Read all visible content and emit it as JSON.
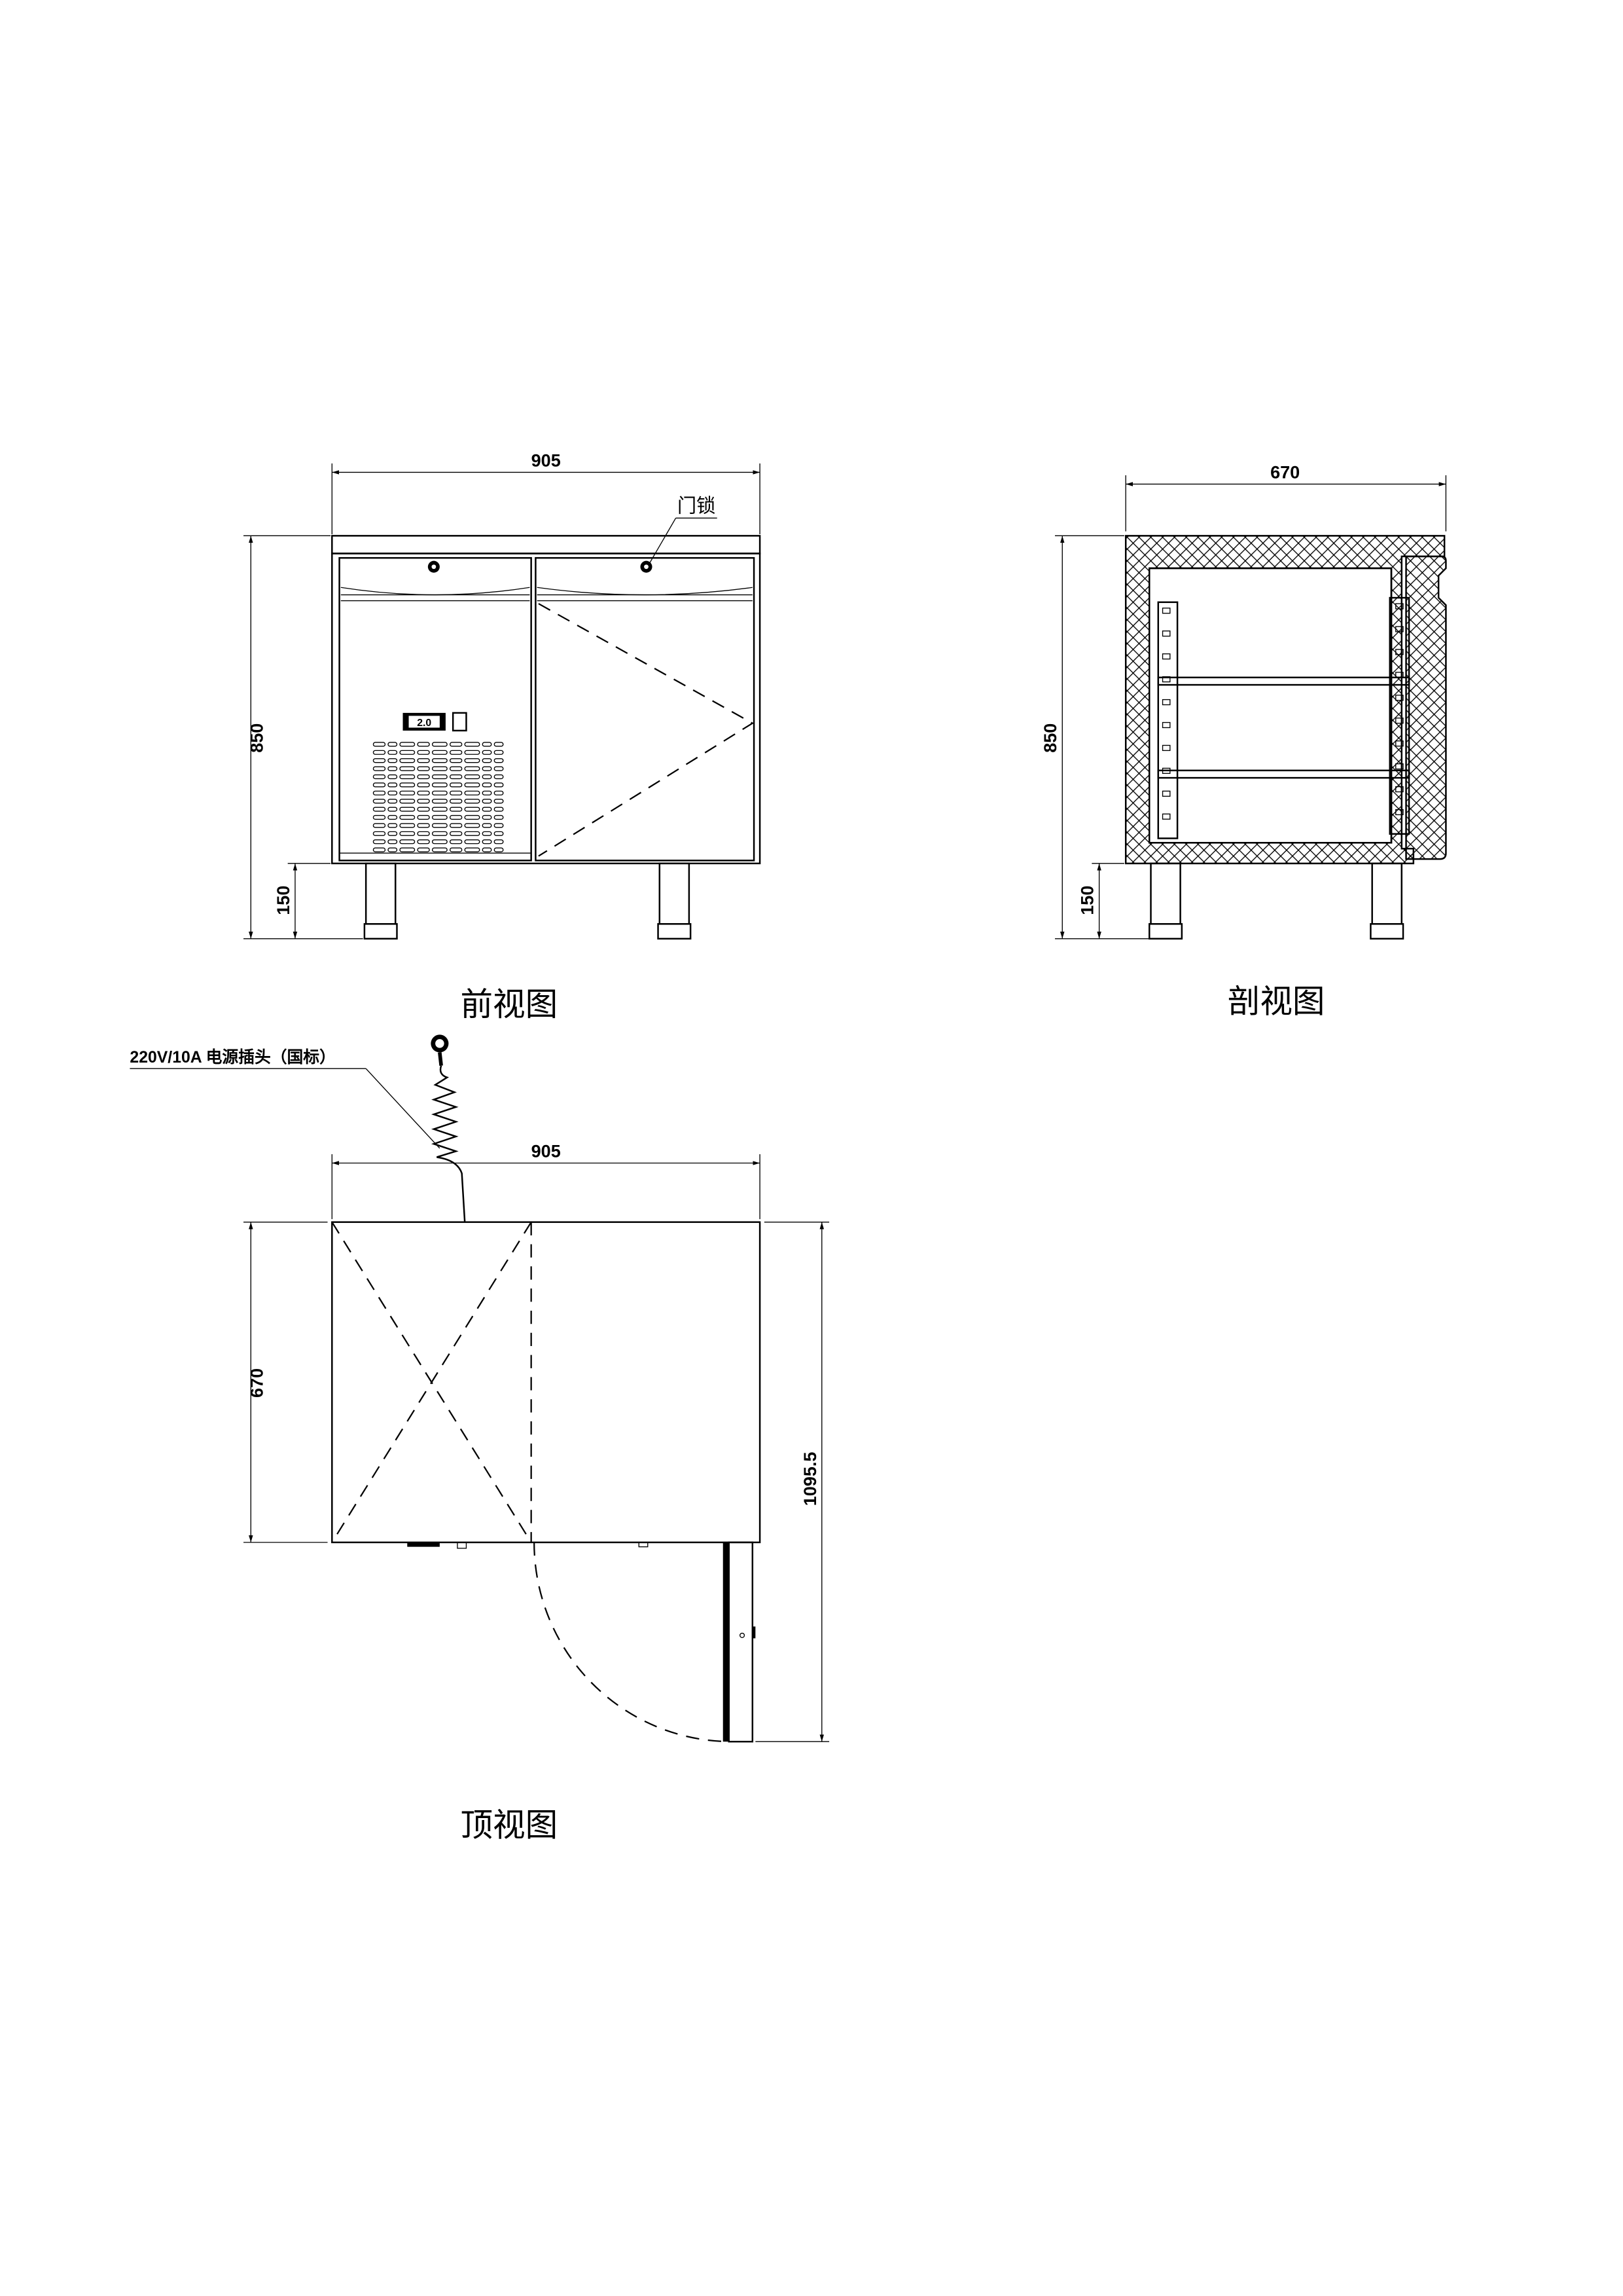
{
  "front_view": {
    "title": "前视图",
    "width_dim": "905",
    "height_dim": "850",
    "leg_dim": "150",
    "lock_label": "门锁",
    "thermostat_display": "2.0"
  },
  "section_view": {
    "title": "剖视图",
    "depth_dim": "670",
    "height_dim": "850",
    "leg_dim": "150"
  },
  "top_view": {
    "title": "顶视图",
    "width_dim": "905",
    "depth_dim": "670",
    "open_depth_dim": "1095.5",
    "plug_label": "220V/10A 电源插头（国标）"
  }
}
